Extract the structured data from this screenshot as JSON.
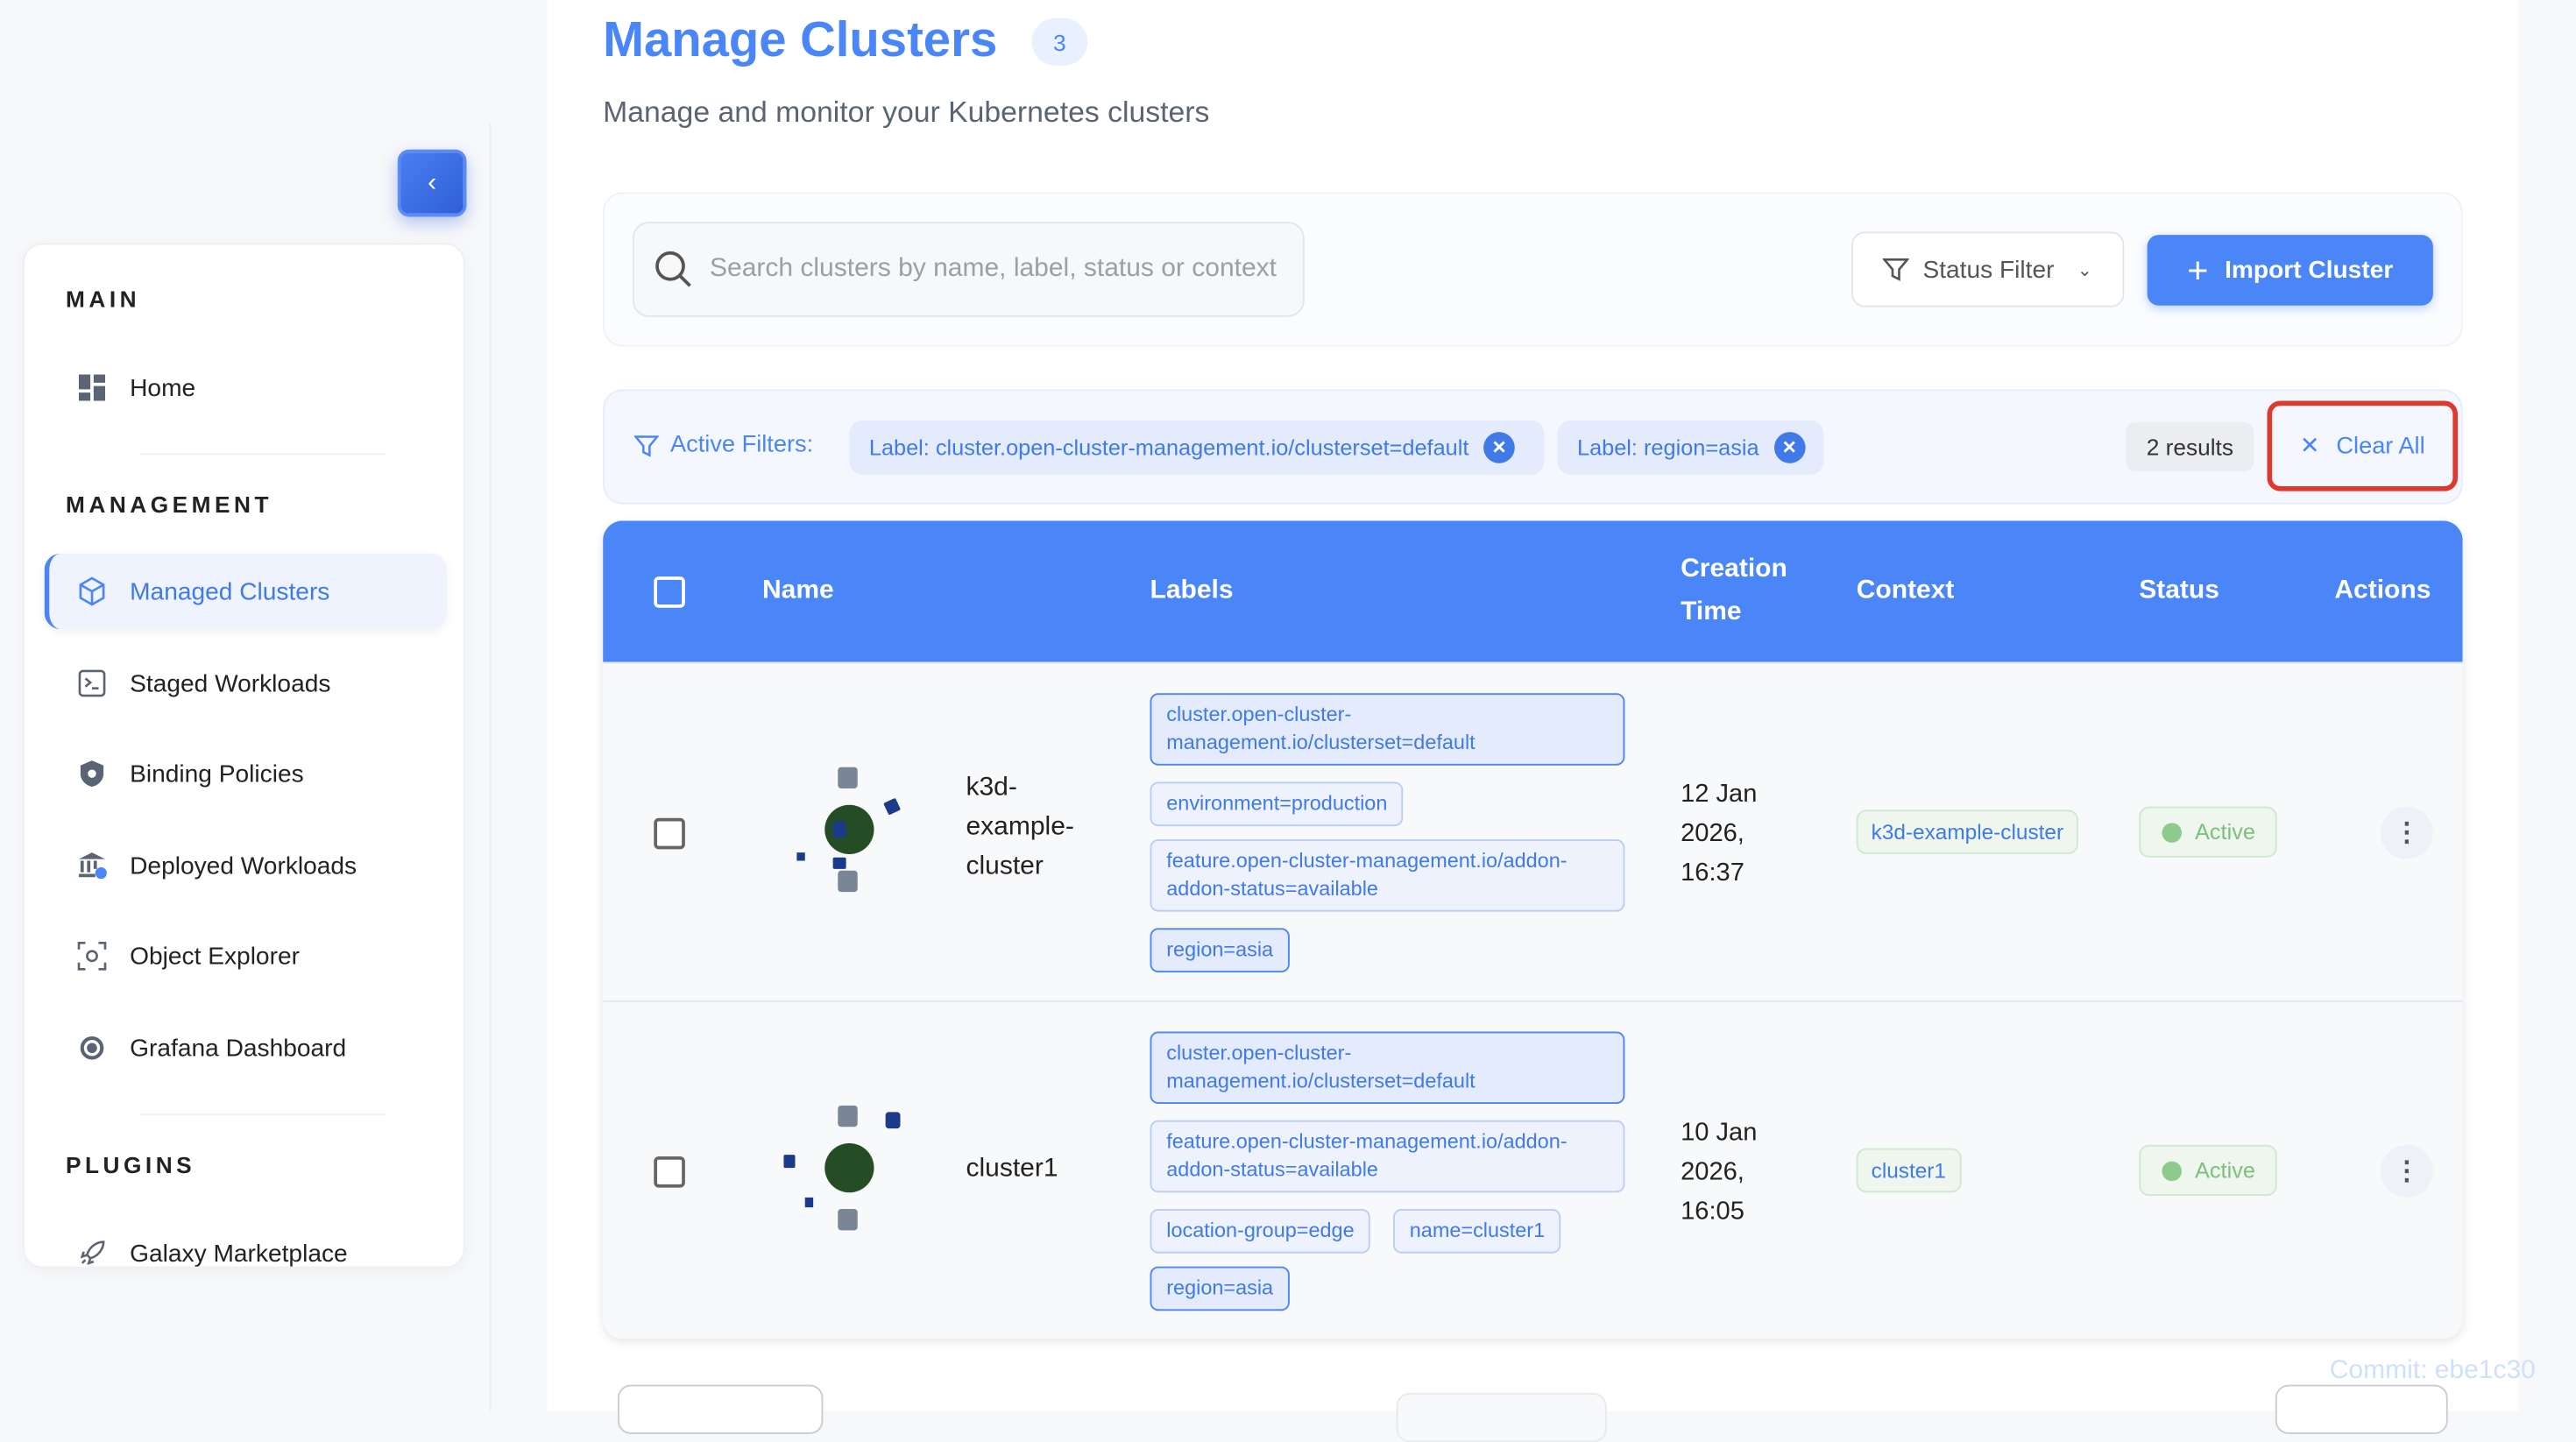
{
  "sidebar": {
    "collapse_icon": "chevron-left-icon",
    "sections": [
      {
        "title": "MAIN",
        "items": [
          {
            "label": "Home",
            "icon": "dashboard-icon"
          }
        ]
      },
      {
        "title": "MANAGEMENT",
        "items": [
          {
            "label": "Managed Clusters",
            "icon": "cube-icon",
            "active": true
          },
          {
            "label": "Staged Workloads",
            "icon": "terminal-icon"
          },
          {
            "label": "Binding Policies",
            "icon": "shield-icon"
          },
          {
            "label": "Deployed Workloads",
            "icon": "bank-icon"
          },
          {
            "label": "Object Explorer",
            "icon": "scan-icon"
          },
          {
            "label": "Grafana Dashboard",
            "icon": "grafana-icon"
          }
        ]
      },
      {
        "title": "PLUGINS",
        "items": [
          {
            "label": "Galaxy Marketplace",
            "icon": "rocket-icon"
          }
        ]
      }
    ]
  },
  "header": {
    "title": "Manage Clusters",
    "count": "3",
    "subtitle": "Manage and monitor your Kubernetes clusters"
  },
  "toolbar": {
    "search_placeholder": "Search clusters by name, label, status or context",
    "status_filter": "Status Filter",
    "import_label": "Import Cluster"
  },
  "filters": {
    "label": "Active Filters:",
    "chips": [
      "Label: cluster.open-cluster-management.io/clusterset=default",
      "Label: region=asia"
    ],
    "results": "2 results",
    "clear_all": "Clear All"
  },
  "table": {
    "headers": {
      "name": "Name",
      "labels": "Labels",
      "creation1": "Creation",
      "creation2": "Time",
      "context": "Context",
      "status": "Status",
      "actions": "Actions"
    },
    "rows": [
      {
        "name1": "k3d-",
        "name2": "example-",
        "name3": "cluster",
        "labels": [
          "cluster.open-cluster-management.io/clusterset=default",
          "environment=production",
          "feature.open-cluster-management.io/addon-addon-status=available",
          "region=asia"
        ],
        "date1": "12 Jan",
        "date2": "2026,",
        "date3": "16:37",
        "context": "k3d-example-cluster",
        "status": "Active"
      },
      {
        "name1": "cluster1",
        "labels": [
          "cluster.open-cluster-management.io/clusterset=default",
          "feature.open-cluster-management.io/addon-addon-status=available",
          "location-group=edge",
          "name=cluster1",
          "region=asia"
        ],
        "date1": "10 Jan",
        "date2": "2026,",
        "date3": "16:05",
        "context": "cluster1",
        "status": "Active"
      }
    ]
  },
  "footer": {
    "commit": "Commit: ebe1c30"
  },
  "colors": {
    "accent": "#4a86f7",
    "highlight": "#e0382b",
    "active_status": "#7cc07c"
  }
}
